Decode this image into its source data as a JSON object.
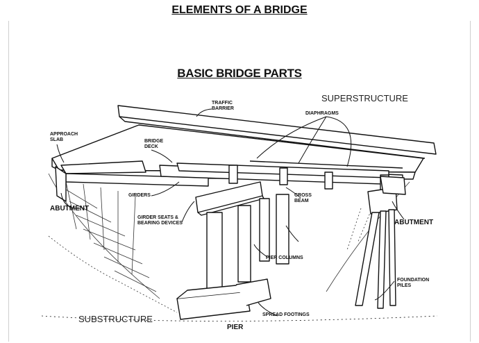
{
  "header": {
    "title": "ELEMENTS OF A BRIDGE"
  },
  "figure": {
    "title": "BASIC BRIDGE PARTS",
    "labels": {
      "superstructure": "SUPERSTRUCTURE",
      "substructure": "SUBSTRUCTURE",
      "traffic_barrier": "TRAFFIC BARRIER",
      "diaphragms": "DIAPHRAGMS",
      "approach_slab": "APPROACH SLAB",
      "bridge_deck": "BRIDGE DECK",
      "abutment_left": "ABUTMENT",
      "abutment_right": "ABUTMENT",
      "girders": "GIRDERS",
      "girder_seats": "GIRDER SEATS & BEARING DEVICES",
      "cross_beam": "CROSS BEAM",
      "pier_columns": "PIER COLUMNS",
      "foundation_piles": "FOUNDATION PILES",
      "spread_footings": "SPREAD FOOTINGS",
      "pier": "PIER"
    }
  }
}
